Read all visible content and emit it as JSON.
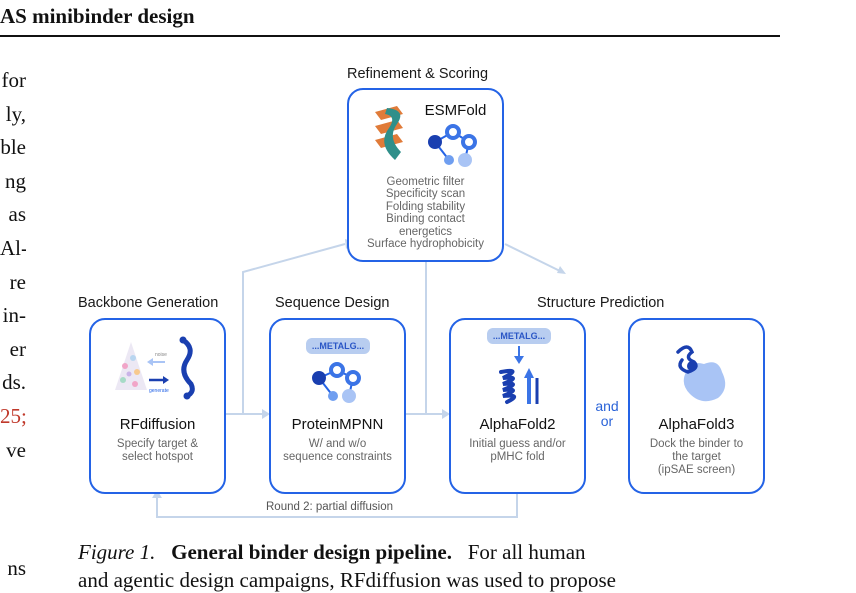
{
  "section_heading": "AS minibinder design",
  "left_column_lines": [
    "for",
    "ly,",
    "ble",
    "ng",
    "as",
    "Al-",
    "re",
    "in-",
    "er",
    "ds.",
    "25;",
    "ve"
  ],
  "left_column_bottom": "ns",
  "figure": {
    "refinement_label": "Refinement & Scoring",
    "esmfold": {
      "name": "ESMFold",
      "filters": [
        "Geometric filter",
        "Specificity scan",
        "Folding stability",
        "Binding contact",
        "energetics",
        "Surface hydrophobicity"
      ]
    },
    "stages": {
      "backbone": "Backbone Generation",
      "sequence": "Sequence Design",
      "structure": "Structure Prediction"
    },
    "rfdiffusion": {
      "name": "RFdiffusion",
      "desc": "Specify target &\nselect hotspot",
      "icon_noise_label": "noise",
      "icon_generate_label": "generate"
    },
    "proteinmpnn": {
      "name": "ProteinMPNN",
      "chip": "...METALG...",
      "desc": "W/ and w/o\nsequence constraints"
    },
    "alphafold2": {
      "name": "AlphaFold2",
      "chip": "...METALG...",
      "desc": "Initial guess and/or\npMHC fold"
    },
    "alphafold3": {
      "name": "AlphaFold3",
      "desc": "Dock the binder to\nthe target\n(ipSAE screen)"
    },
    "and_or": "and\nor",
    "round2": "Round 2: partial diffusion"
  },
  "caption": {
    "figure_label": "Figure 1.",
    "title": "General binder design pipeline.",
    "text_line1": "For all human",
    "text_line2": "and agentic design campaigns, RFdiffusion was used to propose"
  },
  "colors": {
    "accent": "#2463e6",
    "connector": "#c5d5ea",
    "chip": "#b8cdf0",
    "helix_teal": "#2f8f8a",
    "helix_orange": "#e07b39"
  }
}
